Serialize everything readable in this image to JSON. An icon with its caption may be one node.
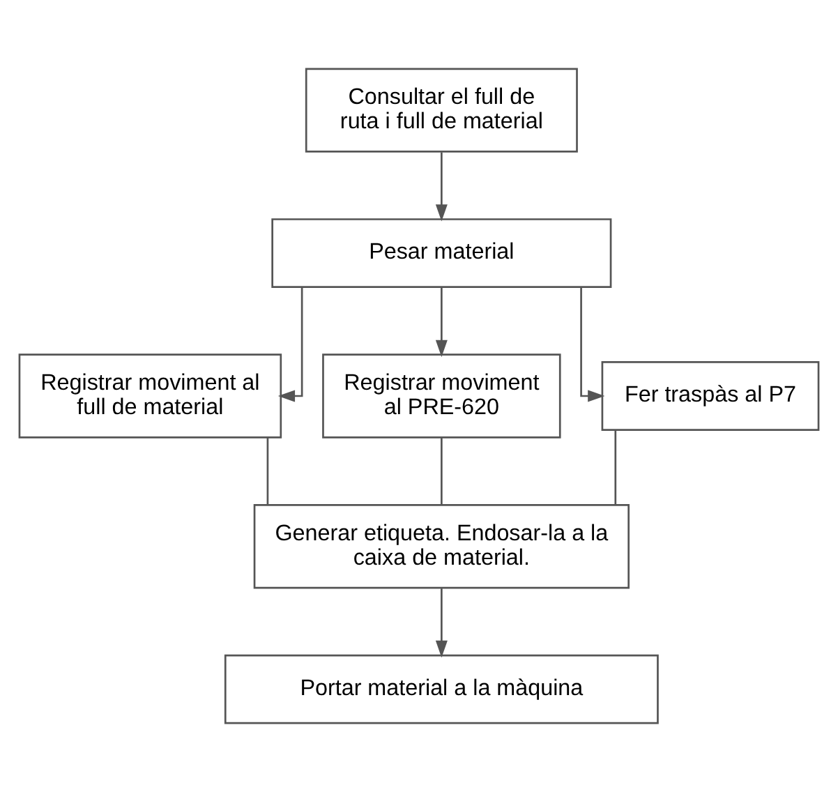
{
  "diagram": {
    "nodes": [
      {
        "text": [
          "Consultar el full de ruta i full de material"
        ]
      },
      {
        "text": [
          "Pesar material"
        ]
      },
      {
        "text": [
          "Registrar moviment al full de material"
        ]
      },
      {
        "text": [
          "Registrar moviment al PRE-620"
        ]
      },
      {
        "text": [
          "Fer traspàs al P7"
        ]
      },
      {
        "text": [
          "Generar etiqueta. Endosar-la a la caixa de material."
        ]
      },
      {
        "text": [
          "Portar material a la màquina"
        ]
      }
    ],
    "edges": [
      {
        "from": 0,
        "to": 1,
        "arrow": "to"
      },
      {
        "from": 1,
        "to": 2,
        "arrow": "to"
      },
      {
        "from": 1,
        "to": 3,
        "arrow": "to"
      },
      {
        "from": 1,
        "to": 4,
        "arrow": "to"
      },
      {
        "from": 2,
        "to": 5,
        "arrow": "none"
      },
      {
        "from": 3,
        "to": 5,
        "arrow": "none"
      },
      {
        "from": 4,
        "to": 5,
        "arrow": "none"
      },
      {
        "from": 5,
        "to": 6,
        "arrow": "to"
      }
    ]
  }
}
